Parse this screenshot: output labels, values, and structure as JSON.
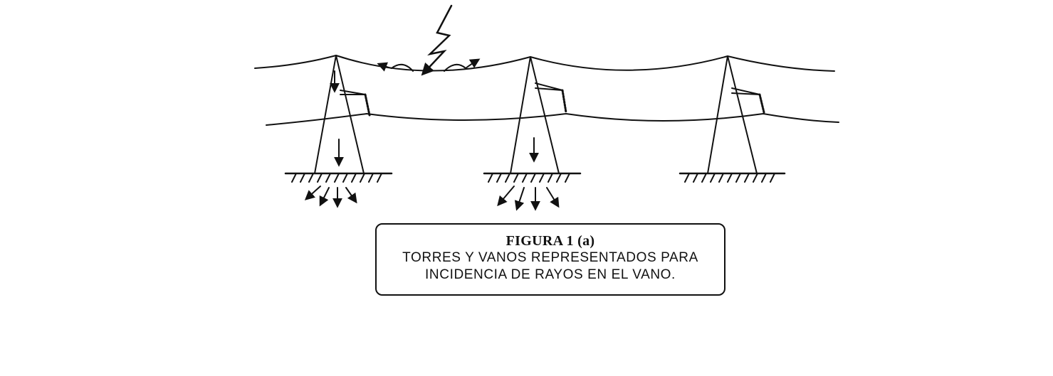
{
  "caption": {
    "title": "FIGURA 1 (a)",
    "line1": "TORRES Y VANOS REPRESENTADOS PARA",
    "line2": "INCIDENCIA DE RAYOS EN EL VANO."
  },
  "colors": {
    "ink": "#111111",
    "background": "#ffffff"
  },
  "towers": [
    {
      "name": "tower-1",
      "has_current_arrows": true
    },
    {
      "name": "tower-2",
      "has_current_arrows": true
    },
    {
      "name": "tower-3",
      "has_current_arrows": false
    }
  ]
}
